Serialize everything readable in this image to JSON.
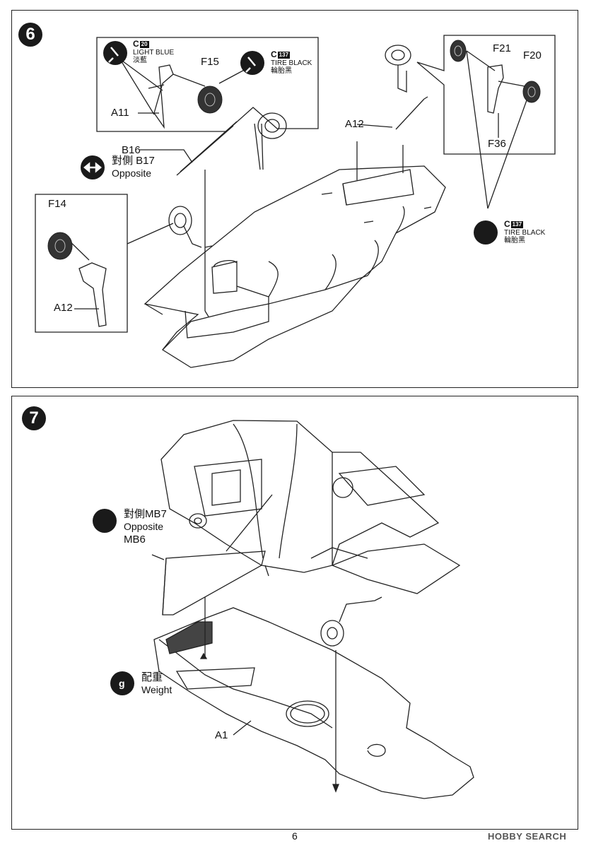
{
  "step6": {
    "number": "6",
    "paint_light_blue": {
      "code": "C",
      "num": "20",
      "name": "LIGHT BLUE",
      "cn": "淡藍"
    },
    "paint_tire_black_top": {
      "code": "C",
      "num": "137",
      "name": "TIRE BLACK",
      "cn": "輪胎黑"
    },
    "paint_tire_black_right": {
      "code": "C",
      "num": "137",
      "name": "TIRE BLACK",
      "cn": "輪胎黑"
    },
    "parts": {
      "f15": "F15",
      "a11": "A11",
      "b16": "B16",
      "opposite_b17_cn": "對側 B17",
      "opposite_b17_en": "Opposite",
      "f14": "F14",
      "a12_left": "A12",
      "a12_right": "A12",
      "f21": "F21",
      "f20": "F20",
      "f36": "F36"
    }
  },
  "step7": {
    "number": "7",
    "opposite_cn": "對側MB7",
    "opposite_en": "Opposite",
    "mb6": "MB6",
    "weight_cn": "配重",
    "weight_en": "Weight",
    "weight_icon_glyph": "g",
    "a1": "A1"
  },
  "page_number": "6",
  "watermark": "HOBBY SEARCH"
}
